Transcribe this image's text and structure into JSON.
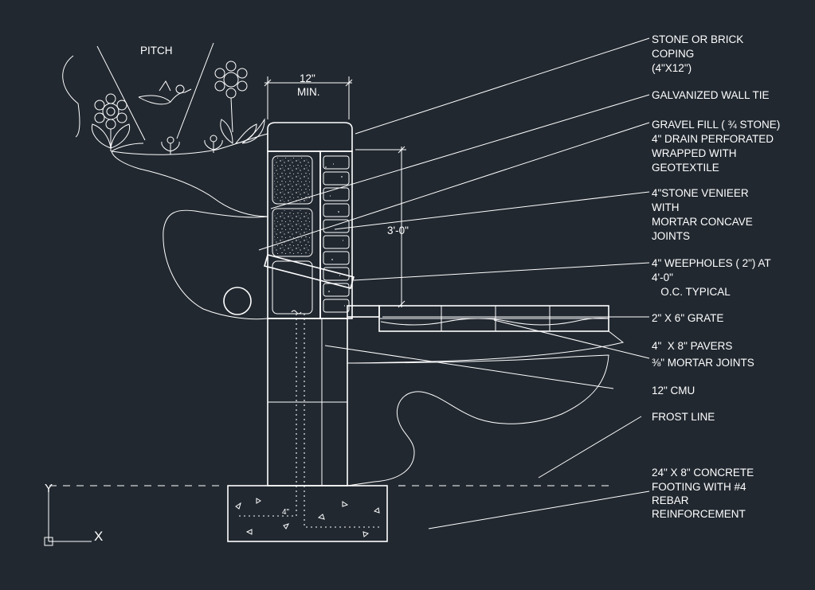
{
  "colors": {
    "background": "#212830",
    "linework": "#ffffff"
  },
  "labels": {
    "pitch": "PITCH",
    "dim_min_value": "12\"",
    "dim_min_note": "MIN.",
    "dim_height": "3'-0\"",
    "footing_callout": "4\""
  },
  "callouts": [
    {
      "lines": [
        "STONE OR BRICK",
        "COPING",
        "(4\"X12\")"
      ]
    },
    {
      "lines": [
        "GALVANIZED WALL TIE"
      ]
    },
    {
      "lines": [
        "GRAVEL FILL ( ¾ STONE)",
        "4\" DRAIN PERFORATED",
        "WRAPPED WITH",
        "GEOTEXTILE"
      ]
    },
    {
      "lines": [
        "4\"STONE VENIEER",
        "WITH",
        "MORTAR CONCAVE",
        "JOINTS"
      ]
    },
    {
      "lines": [
        "4\" WEEPHOLES ( 2\") AT",
        "4'-0\"",
        "   O.C. TYPICAL"
      ]
    },
    {
      "lines": [
        "2\" X 6\" GRATE"
      ]
    },
    {
      "lines": [
        "4\"  X 8\" PAVERS",
        "⅜\" MORTAR JOINTS"
      ]
    },
    {
      "lines": [
        "12\" CMU"
      ]
    },
    {
      "lines": [
        "FROST LINE"
      ]
    },
    {
      "lines": [
        "24\" X 8\" CONCRETE",
        "FOOTING WITH #4",
        "REBAR",
        "REINFORCEMENT"
      ]
    }
  ],
  "ucs_icon": {
    "y_axis": "Y",
    "x_axis": "X"
  }
}
